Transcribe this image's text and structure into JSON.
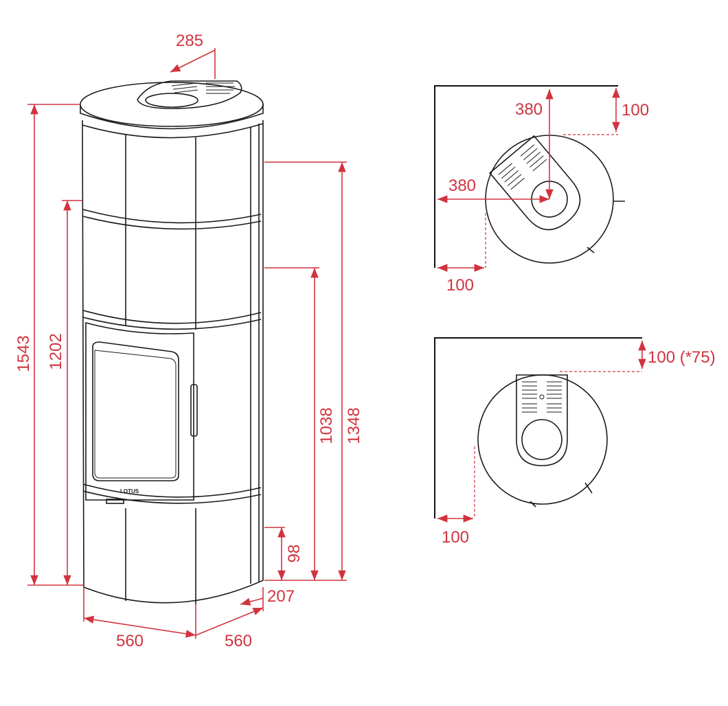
{
  "front_view": {
    "brand": "LOTUS",
    "dims": {
      "flue_offset": "285",
      "total_height": "1543",
      "door_height": "1202",
      "rear_outlet_height": "1348",
      "air_inlet_height": "1038",
      "bottom_inlet_height": "98",
      "depth_offset": "207",
      "width_left": "560",
      "width_right": "560"
    }
  },
  "plan_corner": {
    "dims": {
      "center_from_back": "380",
      "wall_clearance_back": "100",
      "center_from_side": "380",
      "wall_clearance_side": "100"
    }
  },
  "plan_wall": {
    "dims": {
      "wall_clearance_back": "100 (*75)",
      "wall_clearance_side": "100"
    }
  },
  "colors": {
    "dimension": "#d0343f",
    "outline": "#1a1a1a"
  }
}
